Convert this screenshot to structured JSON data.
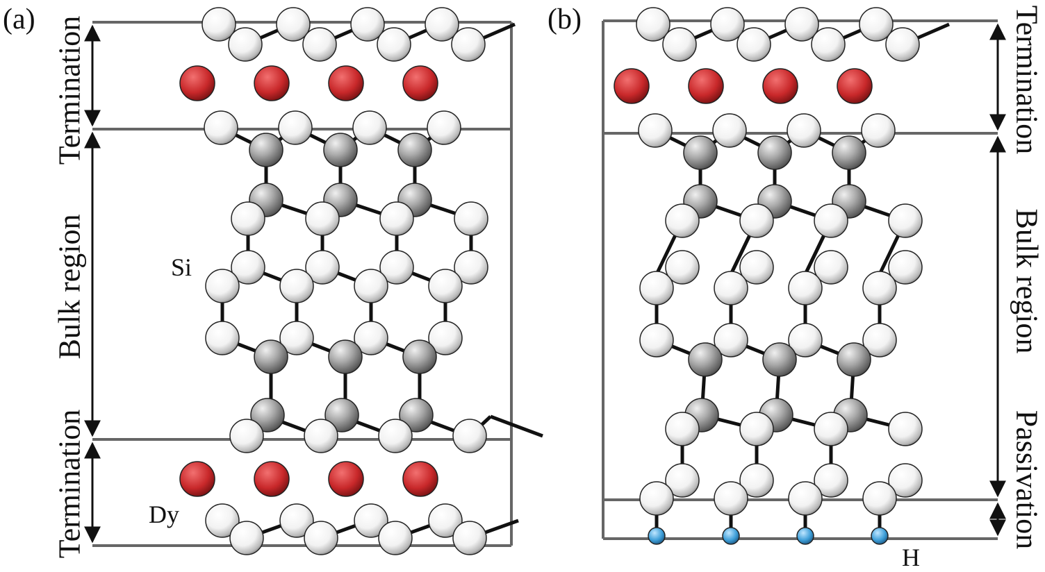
{
  "panels": {
    "a": {
      "tag": "(a)",
      "si_label": "Si",
      "dy_label": "Dy",
      "regions": [
        "Termination",
        "Bulk region",
        "Termination"
      ]
    },
    "b": {
      "tag": "(b)",
      "h_label": "H",
      "regions": [
        "Termination",
        "Bulk region",
        "Passivation"
      ]
    }
  },
  "colors": {
    "frame": "#666666",
    "dy": "#c8282a",
    "si_light": "#ffffff",
    "si_dark": "#8a8a8a",
    "h": "#3d9ed8",
    "bond": "#111111"
  }
}
